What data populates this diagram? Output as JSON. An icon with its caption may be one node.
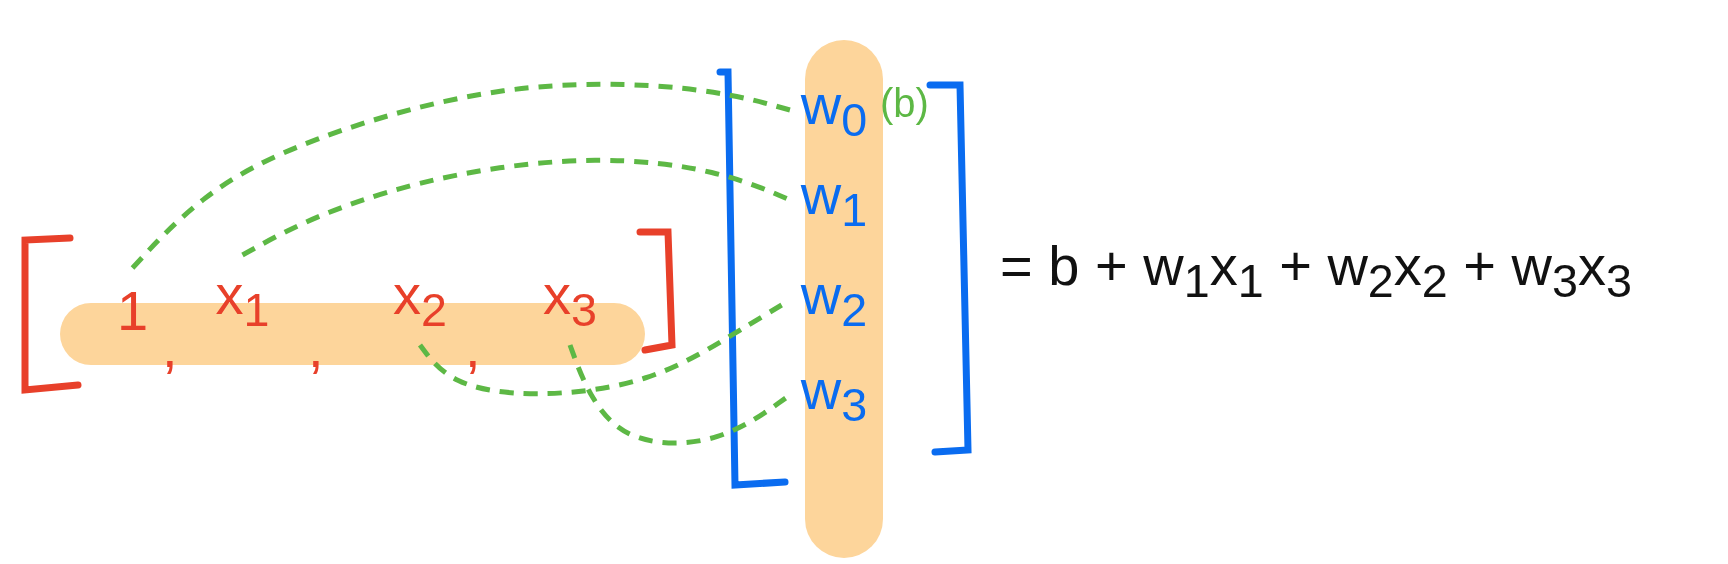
{
  "diagram": {
    "nodes": [
      {
        "text": [
          "1"
        ]
      },
      {
        "text": [
          "x$_{1}$"
        ]
      },
      {
        "text": [
          "x$_{2}$"
        ]
      },
      {
        "text": [
          "x$_{3}$"
        ]
      },
      {
        "text": [
          "w$_{0}$"
        ],
        "beside": [
          "(b)"
        ]
      },
      {
        "text": [
          "w$_{1}$"
        ]
      },
      {
        "text": [
          "w$_{2}$"
        ]
      },
      {
        "text": [
          "w$_{3}$"
        ]
      }
    ],
    "edges": [
      {
        "from": 0,
        "to": 4,
        "arrow": "none",
        "style": "dashed"
      },
      {
        "from": 1,
        "to": 5,
        "arrow": "none",
        "style": "dashed"
      },
      {
        "from": 2,
        "to": 6,
        "arrow": "none",
        "style": "dashed"
      },
      {
        "from": 3,
        "to": 7,
        "arrow": "none",
        "style": "dashed"
      }
    ],
    "labels": [
      ",",
      ",",
      ",",
      "= b + w$_{1}$x$_{1}$ + w$_{2}$x$_{2}$ + w$_{3}$x$_{3}$"
    ]
  }
}
